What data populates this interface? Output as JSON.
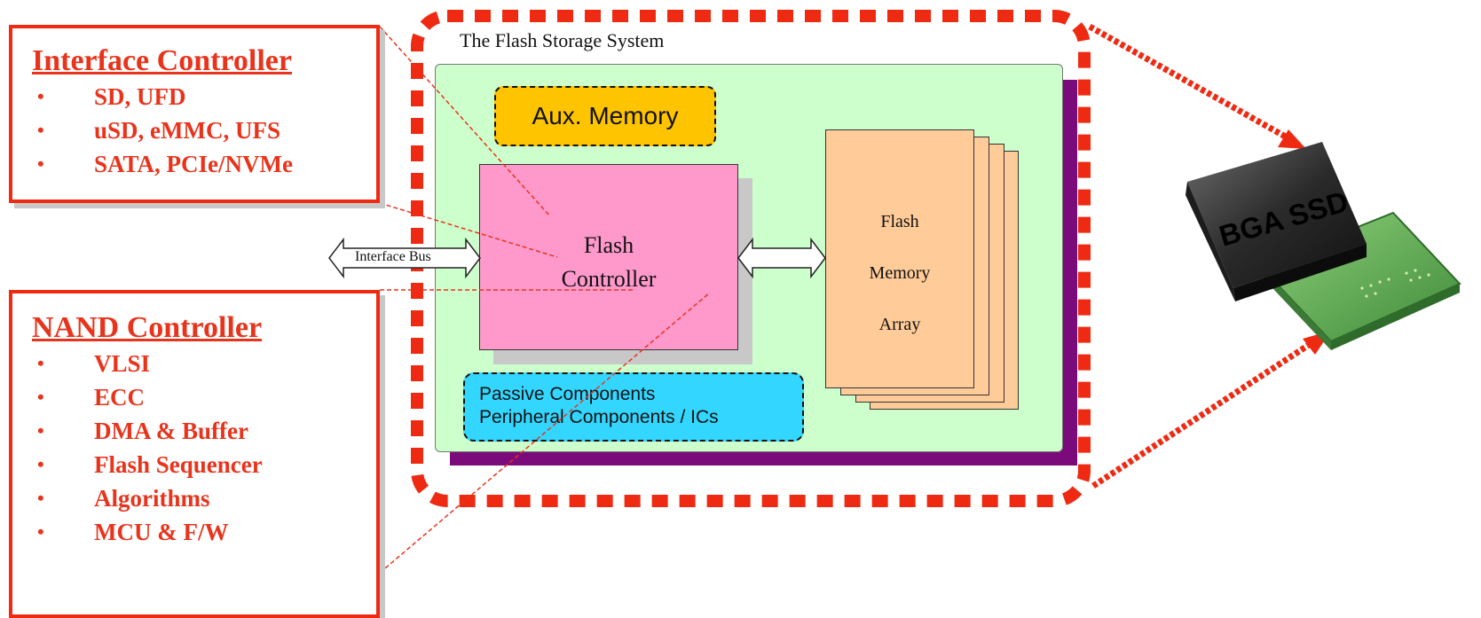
{
  "interface_controller": {
    "title": "Interface Controller",
    "items": [
      "SD, UFD",
      "uSD, eMMC, UFS",
      "SATA, PCIe/NVMe"
    ]
  },
  "nand_controller": {
    "title": "NAND Controller",
    "items": [
      "VLSI",
      "ECC",
      "DMA & Buffer",
      "Flash Sequencer",
      "Algorithms",
      "MCU & F/W"
    ]
  },
  "bullet": "•",
  "system": {
    "title": "The Flash Storage System",
    "aux_memory": "Aux. Memory",
    "passive_line1": "Passive Components",
    "passive_line2": "Peripheral Components / ICs",
    "flash_controller_line1": "Flash",
    "flash_controller_line2": "Controller",
    "memory_line1": "Flash",
    "memory_line2": "Memory",
    "memory_line3": "Array",
    "interface_bus": "Interface Bus"
  },
  "chip": {
    "label": "BGA SSD"
  },
  "colors": {
    "accent_red": "#ee2a12",
    "inner_green": "#ccffcc",
    "inner_shadow_purple": "#7b0a7a",
    "aux_yellow": "#ffc400",
    "passive_cyan": "#33d6ff",
    "controller_pink": "#ff99cc",
    "memory_peach": "#ffcc99"
  }
}
